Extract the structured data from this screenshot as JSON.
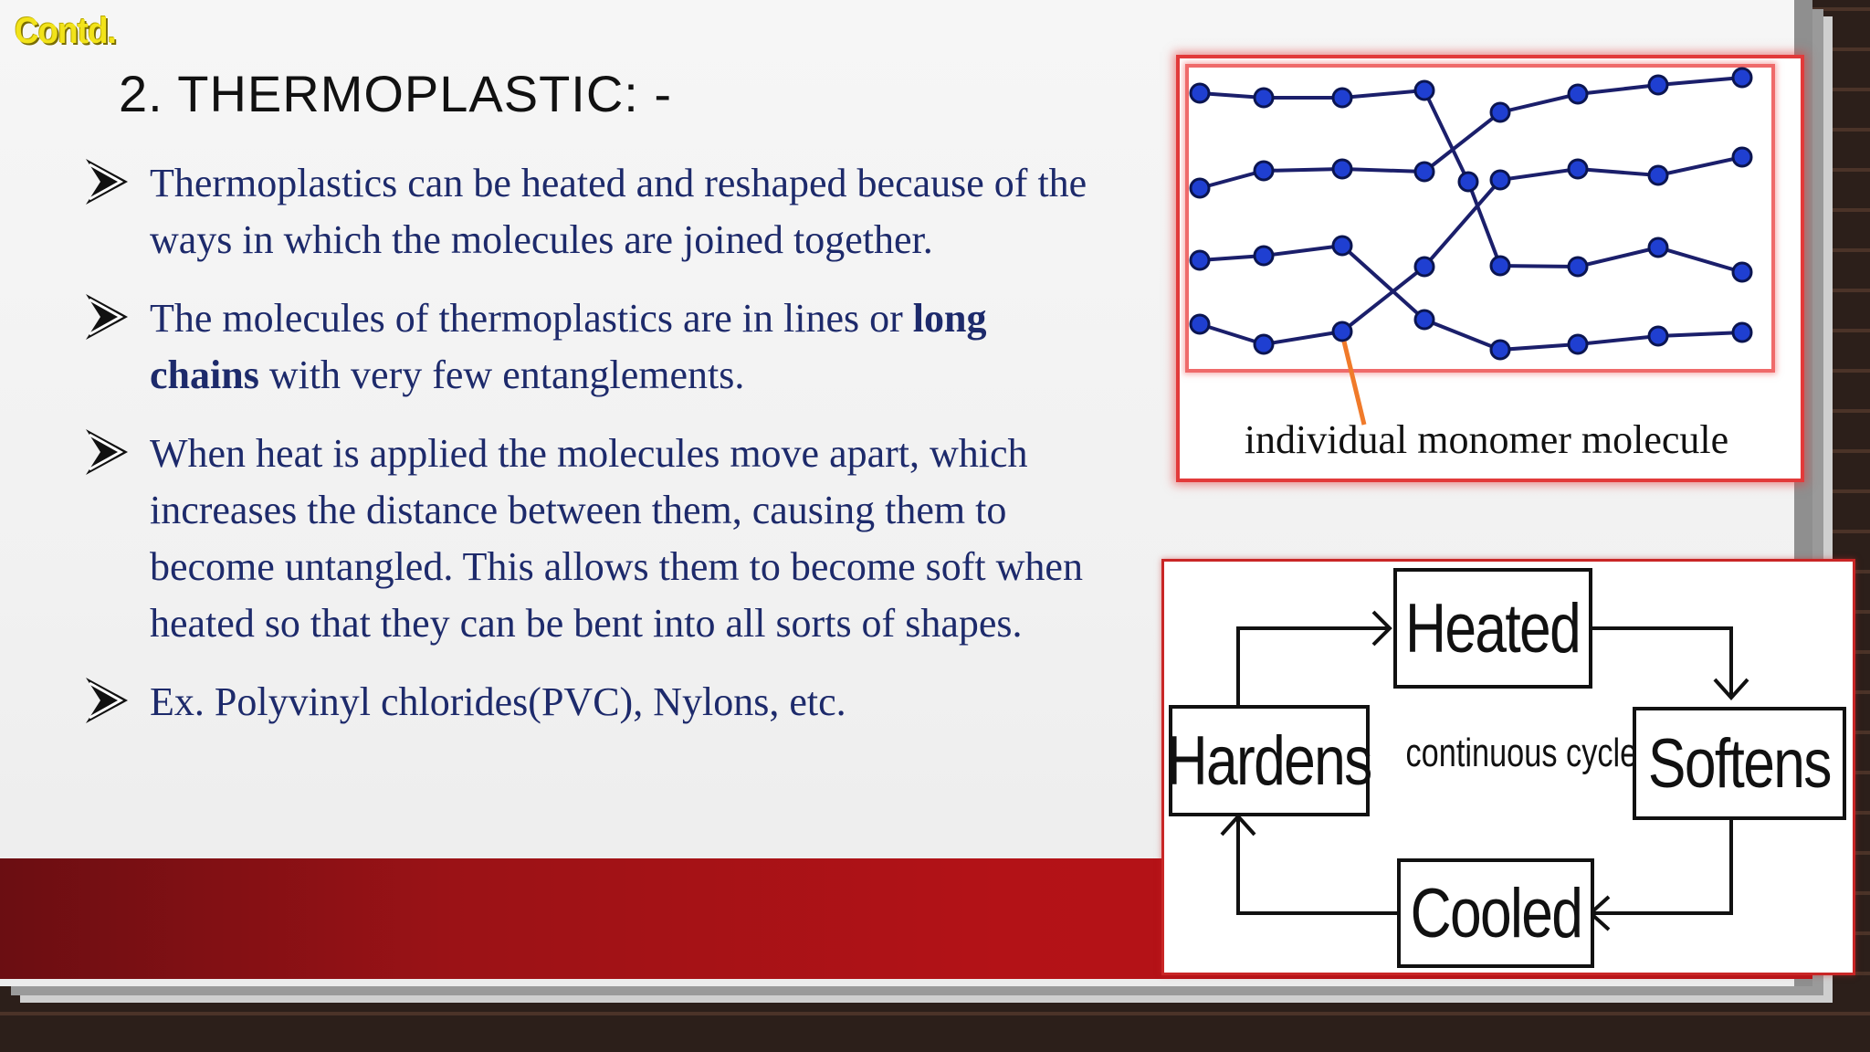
{
  "header": {
    "contd": "Contd.",
    "title": "2. THERMOPLASTIC: -"
  },
  "bullets": [
    {
      "text": "Thermoplastics can be heated and reshaped because of the ways in which the molecules are joined together."
    },
    {
      "bold": "long chains",
      "before": "The molecules of thermoplastics are in lines or ",
      "after": " with very few entanglements."
    },
    {
      "text": "When heat is applied the molecules move apart, which increases the distance between them, causing them to become untangled. This allows them to become soft when heated so that they can be bent into all sorts of shapes."
    },
    {
      "text": "Ex.  Polyvinyl chlorides(PVC), Nylons, etc."
    }
  ],
  "chain_diagram": {
    "caption": "individual monomer molecule"
  },
  "cycle_diagram": {
    "heated": "Heated",
    "softens": "Softens",
    "cooled": "Cooled",
    "hardens": "Hardens",
    "center": "continuous cycle"
  },
  "colors": {
    "text": "#1d2a6b",
    "accent_red": "#b31217",
    "contd": "#f2e31a",
    "node": "#1f3fd1"
  }
}
